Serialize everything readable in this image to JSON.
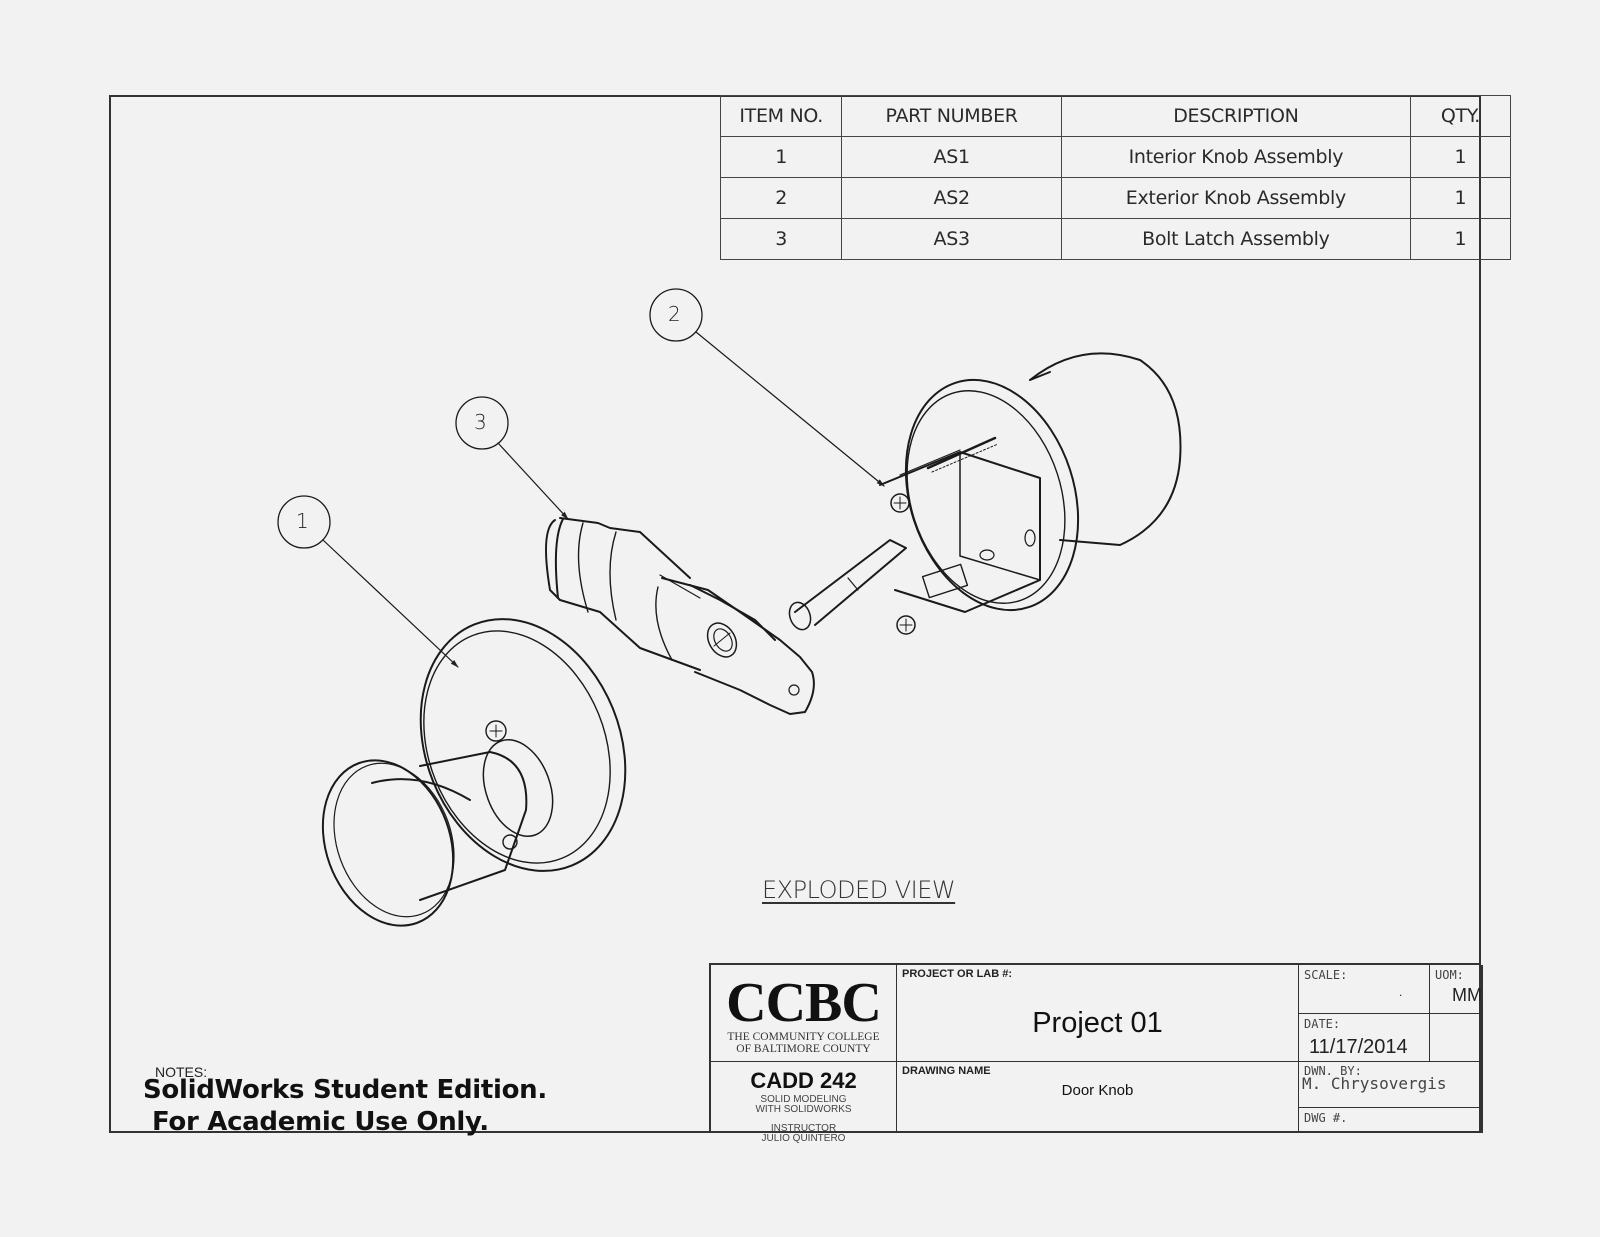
{
  "bom": {
    "headers": [
      "ITEM NO.",
      "PART NUMBER",
      "DESCRIPTION",
      "QTY."
    ],
    "rows": [
      {
        "item": "1",
        "part": "AS1",
        "description": "Interior Knob Assembly",
        "qty": "1"
      },
      {
        "item": "2",
        "part": "AS2",
        "description": "Exterior Knob Assembly",
        "qty": "1"
      },
      {
        "item": "3",
        "part": "AS3",
        "description": "Bolt Latch Assembly",
        "qty": "1"
      }
    ]
  },
  "balloons": [
    {
      "number": "1",
      "part": "Interior Knob Assembly"
    },
    {
      "number": "2",
      "part": "Exterior Knob Assembly"
    },
    {
      "number": "3",
      "part": "Bolt Latch Assembly"
    }
  ],
  "view_label": "EXPLODED VIEW",
  "notes": {
    "label": "NOTES:",
    "lines": [
      "SolidWorks Student Edition.",
      "For Academic Use Only."
    ]
  },
  "title_block": {
    "logo": "CCBC",
    "school_line1": "THE COMMUNITY COLLEGE",
    "school_line2": "OF BALTIMORE COUNTY",
    "course": "CADD 242",
    "course_line1": "SOLID MODELING",
    "course_line2": "WITH SOLIDWORKS",
    "instructor_label": "INSTRUCTOR",
    "instructor_name": "JULIO QUINTERO",
    "project_label": "PROJECT OR LAB #:",
    "project_value": "Project 01",
    "drawing_name_label": "DRAWING NAME",
    "drawing_name_value": "Door Knob",
    "scale_label": "SCALE:",
    "scale_value": ".",
    "uom_label": "UOM:",
    "uom_value": "MM",
    "date_label": "DATE:",
    "date_value": "11/17/2014",
    "drawn_by_label": "DWN. BY:",
    "drawn_by_value": "M. Chrysovergis",
    "dwg_no_label": "DWG #.",
    "dwg_no_value": ""
  },
  "colors": {
    "background": "#f2f2f2",
    "line": "#333333"
  }
}
